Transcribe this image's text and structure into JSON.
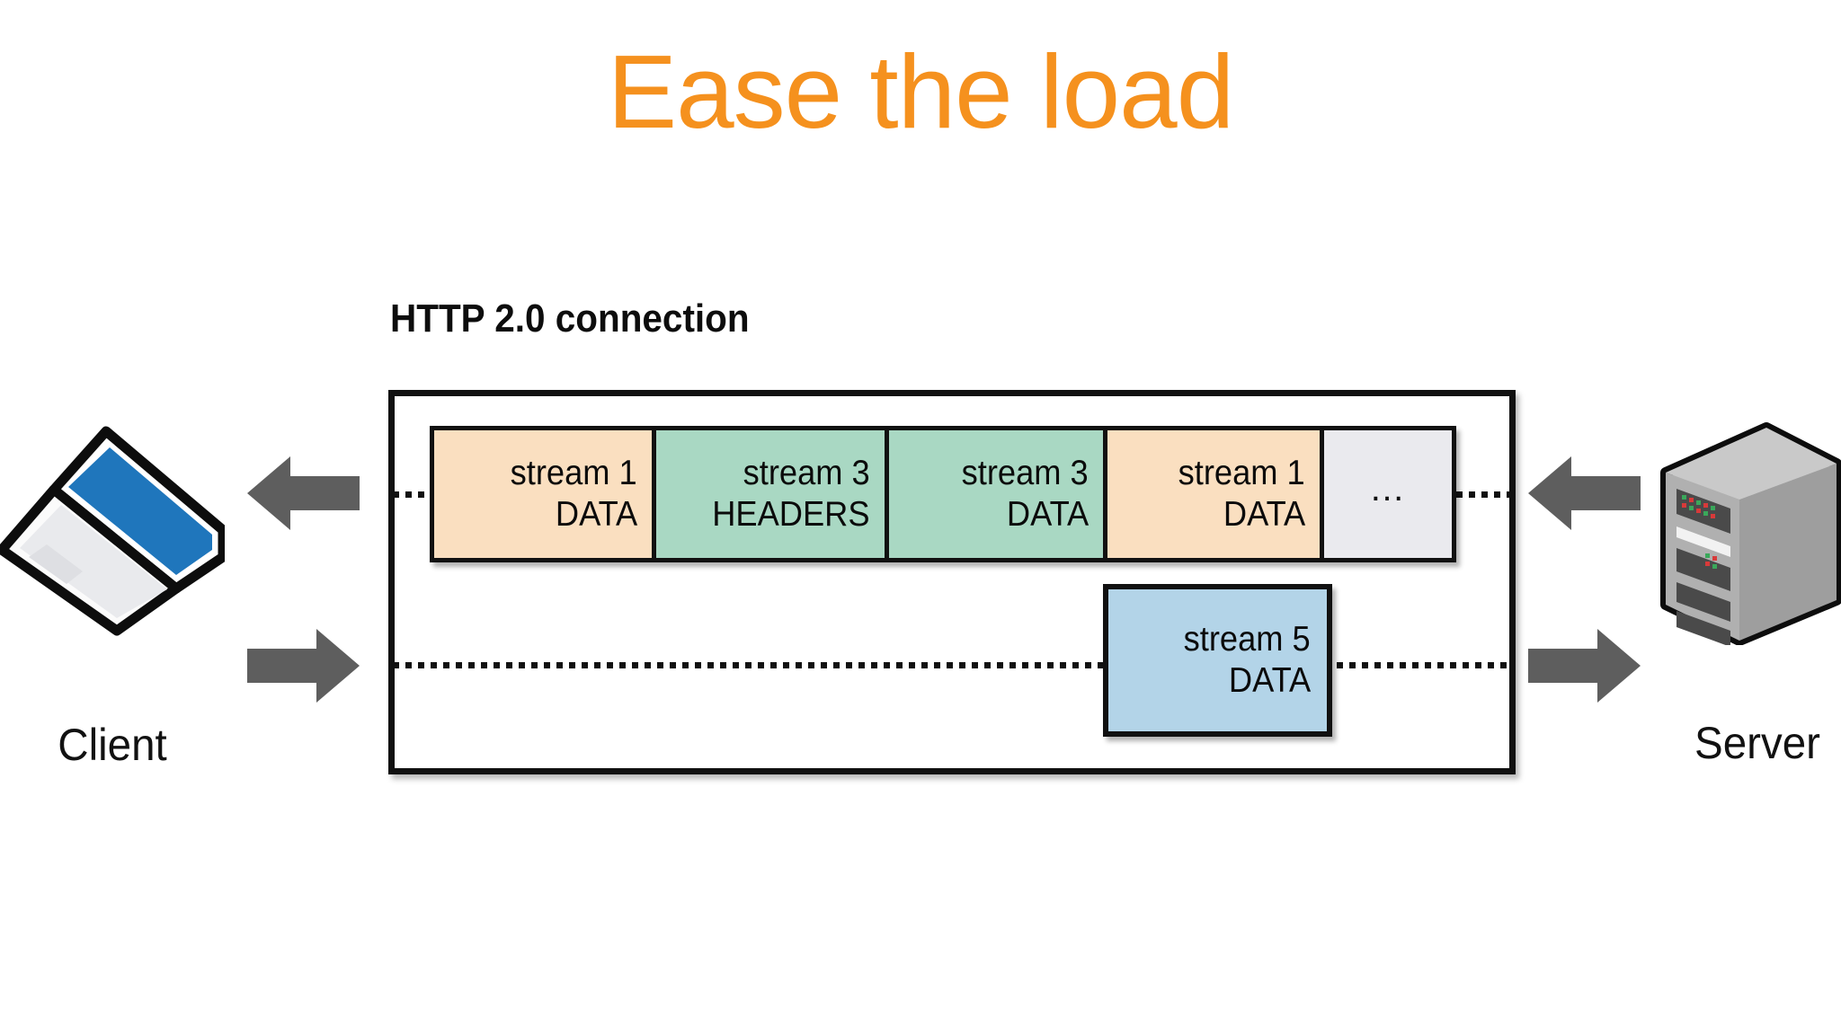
{
  "slide": {
    "title": "Ease the load",
    "title_color": "#f5911e",
    "background": "#ffffff"
  },
  "figure": {
    "label": "HTTP 2.0 connection",
    "frame_border_color": "#111111",
    "endpoints": {
      "client": {
        "label": "Client",
        "icon": "laptop-icon",
        "screen_color": "#1f76bc",
        "body_color": "#f2f2f2"
      },
      "server": {
        "label": "Server",
        "icon": "server-tower-icon",
        "body_color": "#b8b8b8",
        "side_color": "#9a9a9a",
        "slot_color": "#4a4a4a",
        "led_colors": [
          "#d83a3a",
          "#3aa85a"
        ]
      }
    },
    "arrows": [
      {
        "name": "arrow-client-inbound",
        "direction": "left",
        "color": "#5e5e5e"
      },
      {
        "name": "arrow-client-outbound",
        "direction": "right",
        "color": "#5e5e5e"
      },
      {
        "name": "arrow-server-inbound",
        "direction": "left",
        "color": "#5e5e5e"
      },
      {
        "name": "arrow-server-outbound",
        "direction": "right",
        "color": "#5e5e5e"
      }
    ],
    "channels": [
      {
        "name": "downstream-channel",
        "style": "dotted"
      },
      {
        "name": "upstream-channel",
        "style": "dotted"
      }
    ],
    "frames_downstream": [
      {
        "stream": "stream 1",
        "type": "DATA",
        "color": "#fadfc0",
        "color_name": "peach"
      },
      {
        "stream": "stream 3",
        "type": "HEADERS",
        "color": "#a9d8c3",
        "color_name": "green"
      },
      {
        "stream": "stream 3",
        "type": "DATA",
        "color": "#a9d8c3",
        "color_name": "green"
      },
      {
        "stream": "stream 1",
        "type": "DATA",
        "color": "#fadfc0",
        "color_name": "peach"
      },
      {
        "stream": "…",
        "type": "",
        "color": "#eaeaee",
        "color_name": "gray"
      }
    ],
    "frames_upstream": [
      {
        "stream": "stream 5",
        "type": "DATA",
        "color": "#b3d4e8",
        "color_name": "blue"
      }
    ]
  }
}
